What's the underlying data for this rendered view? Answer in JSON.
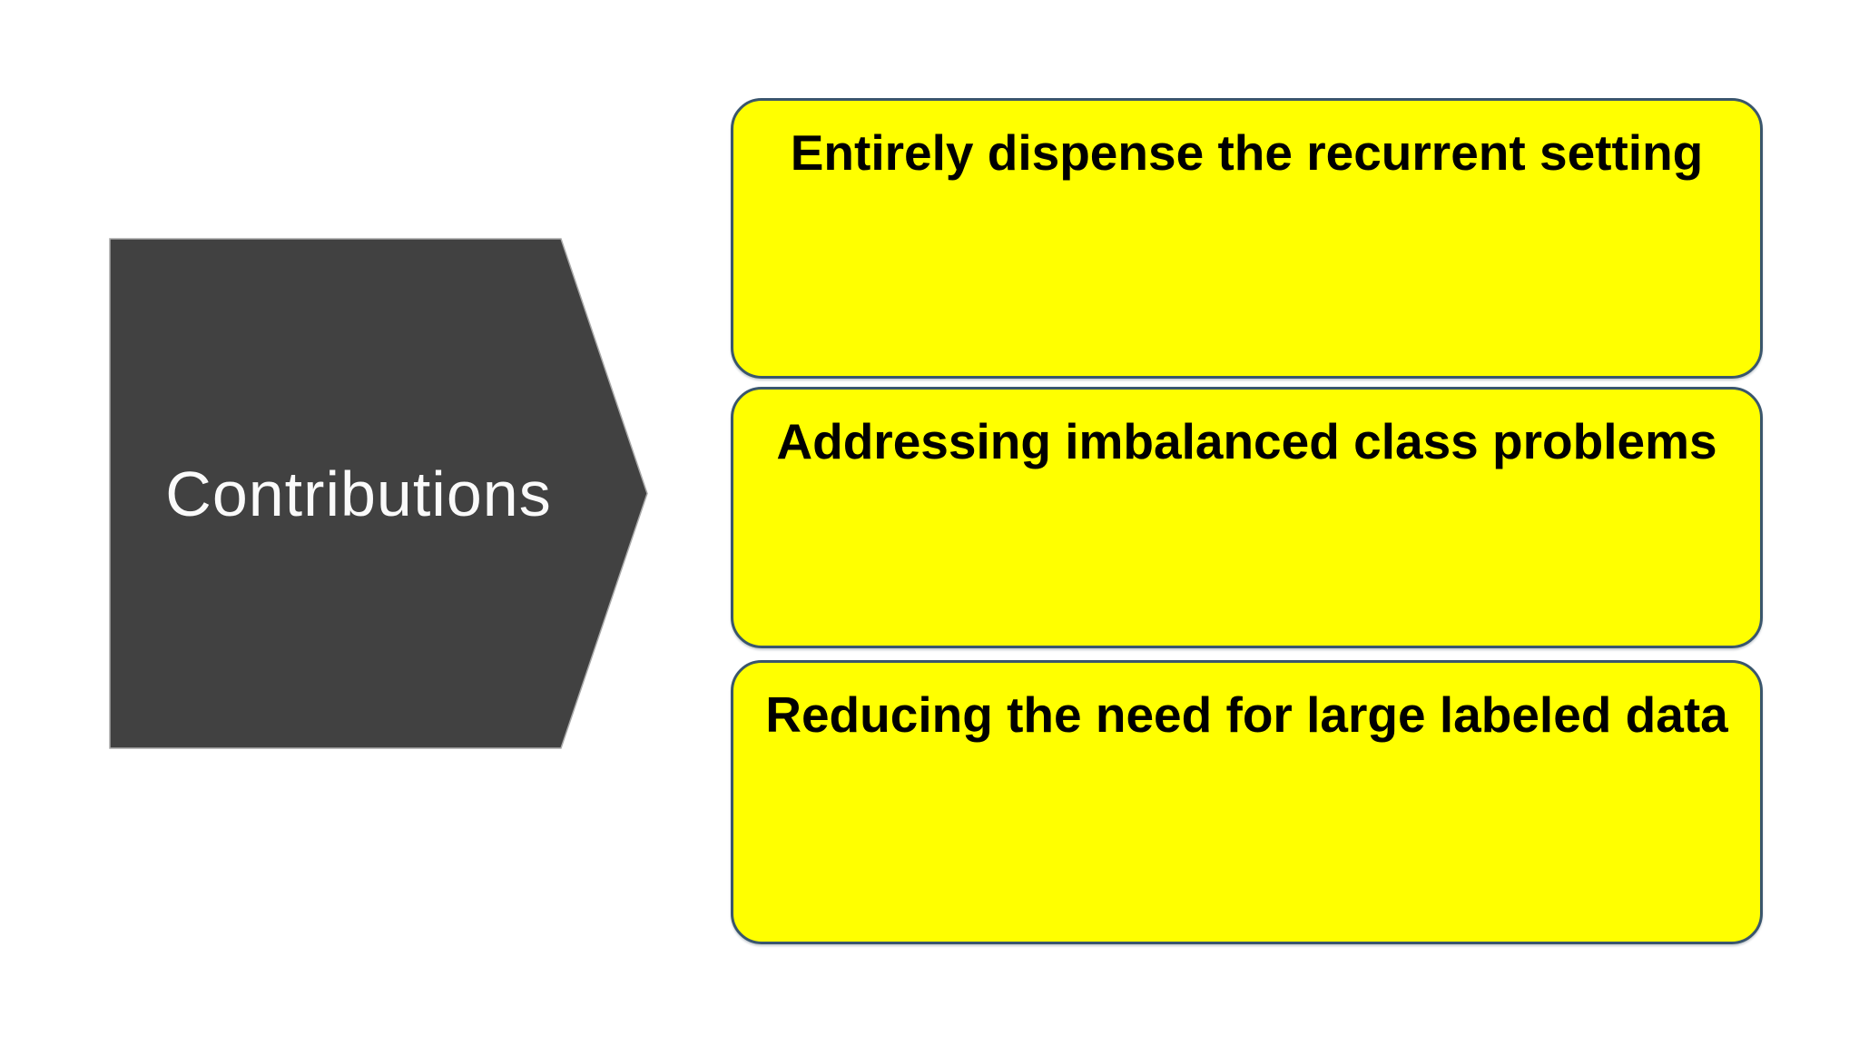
{
  "slide": {
    "background_color": "#ffffff",
    "arrow": {
      "label": "Contributions",
      "fill_color": "#414141",
      "edge_color": "#a9a9a9",
      "text_color": "#fafafa"
    },
    "box_style": {
      "fill_color": "#ffff00",
      "border_color": "#3a566d",
      "text_color": "#000000"
    },
    "boxes": [
      {
        "label": "Entirely dispense the recurrent setting"
      },
      {
        "label": "Addressing imbalanced class problems"
      },
      {
        "label": "Reducing the need for large labeled data"
      }
    ]
  }
}
